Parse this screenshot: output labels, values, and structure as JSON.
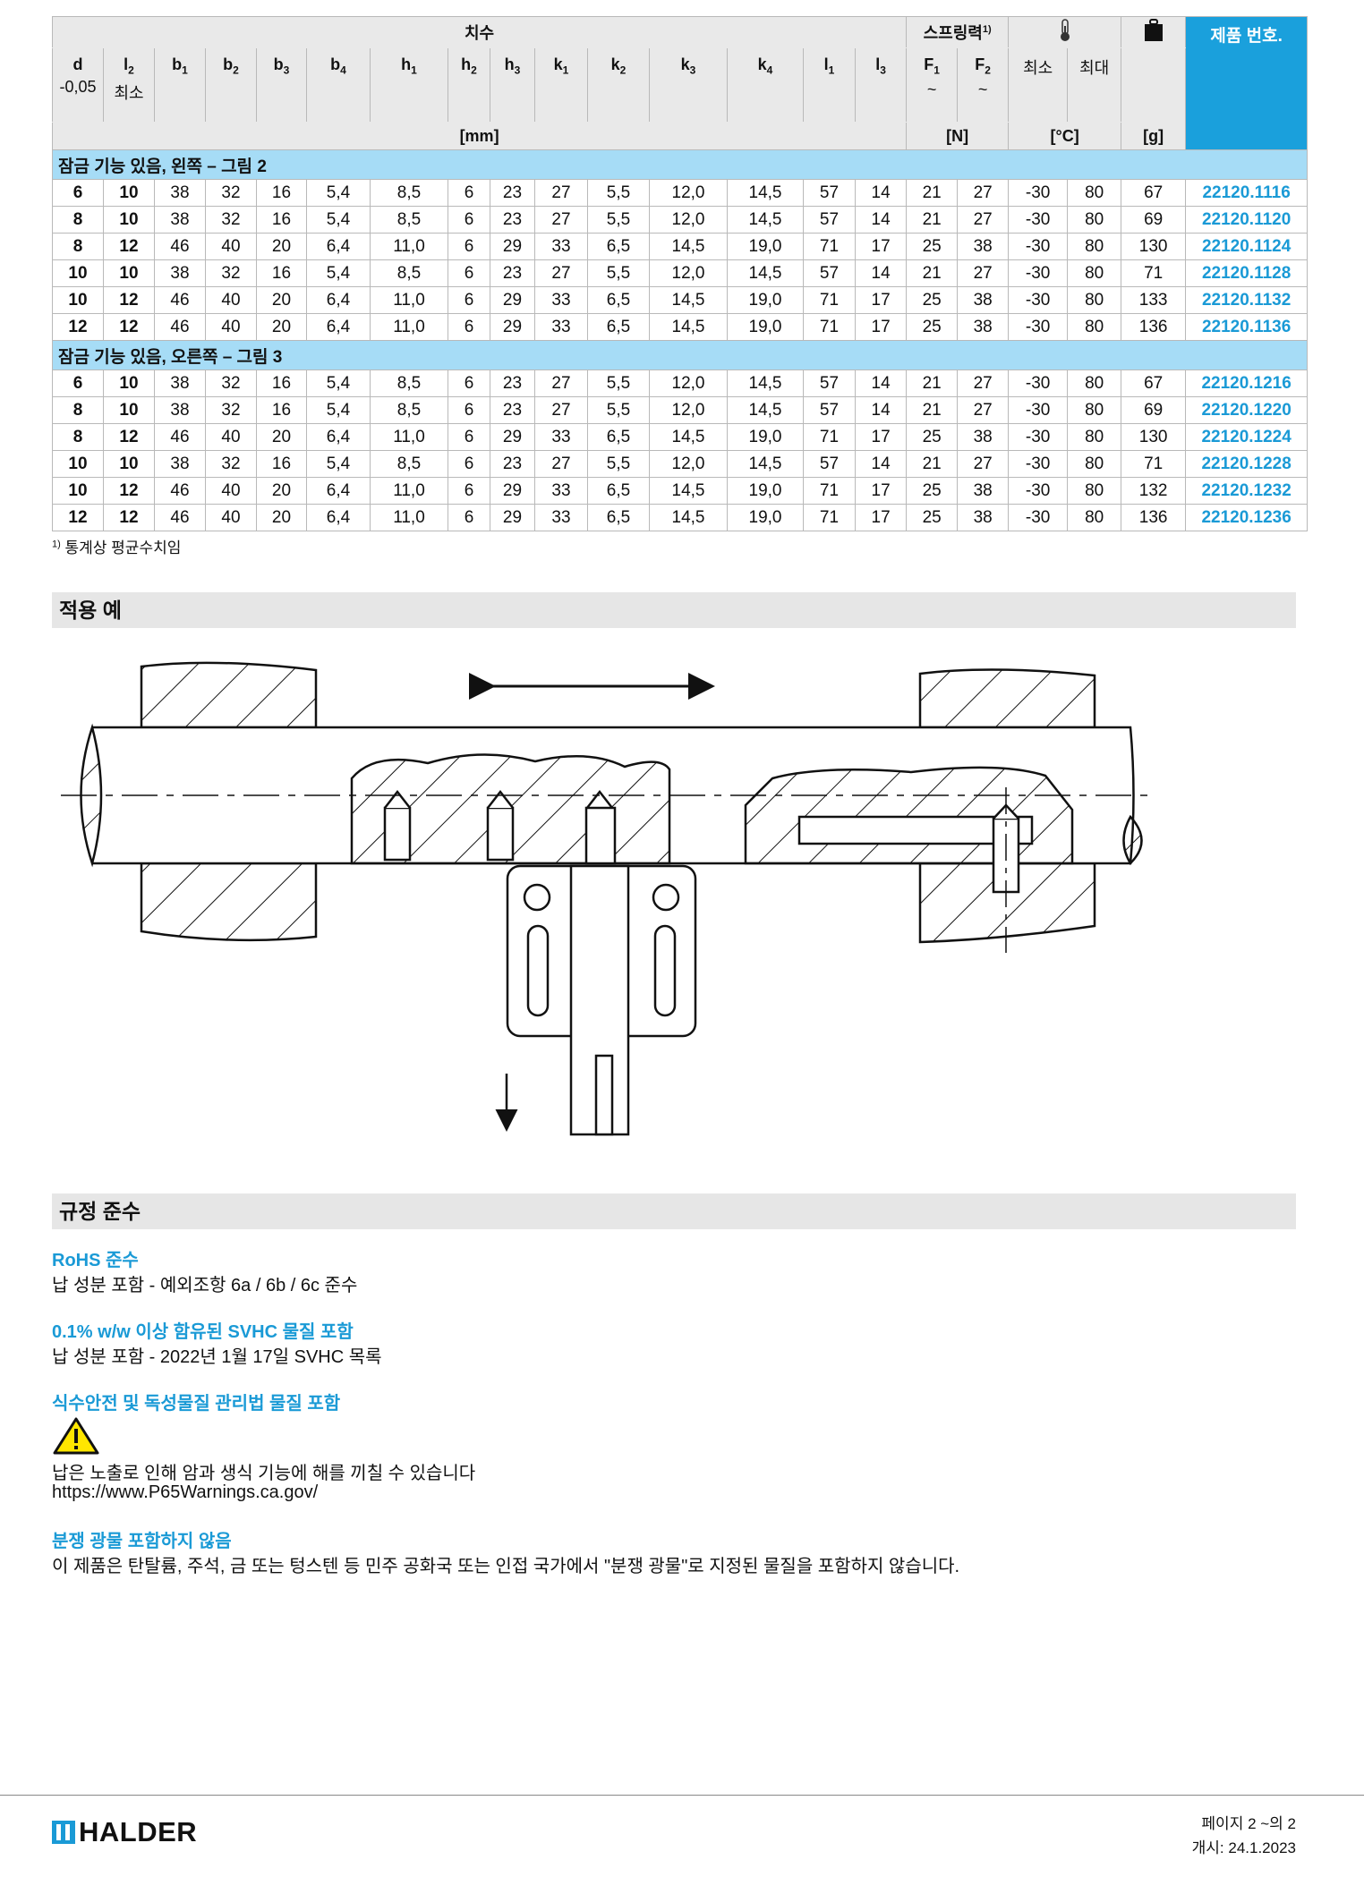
{
  "table": {
    "dimensions_label": "치수",
    "spring_force_label": "스프링력",
    "spring_force_sup": "1)",
    "product_no_label": "제품 번호.",
    "temp_icon": "thermometer-icon",
    "weight_icon": "weight-icon",
    "columns": [
      "d",
      "l2",
      "b1",
      "b2",
      "b3",
      "b4",
      "h1",
      "h2",
      "h3",
      "k1",
      "k2",
      "k3",
      "k4",
      "l1",
      "l3",
      "F1",
      "F2",
      "최소",
      "최대"
    ],
    "d_sublabel": "-0,05",
    "l2_sublabel": "최소",
    "f_sublabel": "~",
    "unit_mm": "[mm]",
    "unit_n": "[N]",
    "unit_c": "[°C]",
    "unit_g": "[g]",
    "groups": [
      {
        "title": "잠금 기능 있음, 왼쪽 – 그림 2",
        "rows": [
          [
            "6",
            "10",
            "38",
            "32",
            "16",
            "5,4",
            "8,5",
            "6",
            "23",
            "27",
            "5,5",
            "12,0",
            "14,5",
            "57",
            "14",
            "21",
            "27",
            "-30",
            "80",
            "67",
            "22120.1116"
          ],
          [
            "8",
            "10",
            "38",
            "32",
            "16",
            "5,4",
            "8,5",
            "6",
            "23",
            "27",
            "5,5",
            "12,0",
            "14,5",
            "57",
            "14",
            "21",
            "27",
            "-30",
            "80",
            "69",
            "22120.1120"
          ],
          [
            "8",
            "12",
            "46",
            "40",
            "20",
            "6,4",
            "11,0",
            "6",
            "29",
            "33",
            "6,5",
            "14,5",
            "19,0",
            "71",
            "17",
            "25",
            "38",
            "-30",
            "80",
            "130",
            "22120.1124"
          ],
          [
            "10",
            "10",
            "38",
            "32",
            "16",
            "5,4",
            "8,5",
            "6",
            "23",
            "27",
            "5,5",
            "12,0",
            "14,5",
            "57",
            "14",
            "21",
            "27",
            "-30",
            "80",
            "71",
            "22120.1128"
          ],
          [
            "10",
            "12",
            "46",
            "40",
            "20",
            "6,4",
            "11,0",
            "6",
            "29",
            "33",
            "6,5",
            "14,5",
            "19,0",
            "71",
            "17",
            "25",
            "38",
            "-30",
            "80",
            "133",
            "22120.1132"
          ],
          [
            "12",
            "12",
            "46",
            "40",
            "20",
            "6,4",
            "11,0",
            "6",
            "29",
            "33",
            "6,5",
            "14,5",
            "19,0",
            "71",
            "17",
            "25",
            "38",
            "-30",
            "80",
            "136",
            "22120.1136"
          ]
        ]
      },
      {
        "title": "잠금 기능 있음, 오른쪽 – 그림 3",
        "rows": [
          [
            "6",
            "10",
            "38",
            "32",
            "16",
            "5,4",
            "8,5",
            "6",
            "23",
            "27",
            "5,5",
            "12,0",
            "14,5",
            "57",
            "14",
            "21",
            "27",
            "-30",
            "80",
            "67",
            "22120.1216"
          ],
          [
            "8",
            "10",
            "38",
            "32",
            "16",
            "5,4",
            "8,5",
            "6",
            "23",
            "27",
            "5,5",
            "12,0",
            "14,5",
            "57",
            "14",
            "21",
            "27",
            "-30",
            "80",
            "69",
            "22120.1220"
          ],
          [
            "8",
            "12",
            "46",
            "40",
            "20",
            "6,4",
            "11,0",
            "6",
            "29",
            "33",
            "6,5",
            "14,5",
            "19,0",
            "71",
            "17",
            "25",
            "38",
            "-30",
            "80",
            "130",
            "22120.1224"
          ],
          [
            "10",
            "10",
            "38",
            "32",
            "16",
            "5,4",
            "8,5",
            "6",
            "23",
            "27",
            "5,5",
            "12,0",
            "14,5",
            "57",
            "14",
            "21",
            "27",
            "-30",
            "80",
            "71",
            "22120.1228"
          ],
          [
            "10",
            "12",
            "46",
            "40",
            "20",
            "6,4",
            "11,0",
            "6",
            "29",
            "33",
            "6,5",
            "14,5",
            "19,0",
            "71",
            "17",
            "25",
            "38",
            "-30",
            "80",
            "132",
            "22120.1232"
          ],
          [
            "12",
            "12",
            "46",
            "40",
            "20",
            "6,4",
            "11,0",
            "6",
            "29",
            "33",
            "6,5",
            "14,5",
            "19,0",
            "71",
            "17",
            "25",
            "38",
            "-30",
            "80",
            "136",
            "22120.1236"
          ]
        ]
      }
    ]
  },
  "footnote": {
    "sup": "1)",
    "text": "통계상 평균수치임"
  },
  "application": {
    "title": "적용 예"
  },
  "compliance": {
    "title": "규정 준수",
    "items": [
      {
        "heading": "RoHS 준수",
        "text": "납 성분 포함 - 예외조항 6a / 6b / 6c 준수"
      },
      {
        "heading": "0.1% w/w 이상 함유된 SVHC 물질 포함",
        "text": "납 성분 포함 - 2022년 1월 17일 SVHC 목록"
      },
      {
        "heading": "식수안전 및 독성물질 관리법 물질 포함",
        "text": "납은 노출로 인해 암과 생식 기능에 해를 끼칠 수 있습니다",
        "link": "https://www.P65Warnings.ca.gov/"
      },
      {
        "heading": "분쟁 광물 포함하지 않음",
        "text": "이 제품은 탄탈륨, 주석, 금 또는 텅스텐 등 민주 공화국 또는 인접 국가에서 \"분쟁 광물\"로 지정된 물질을 포함하지 않습니다."
      }
    ]
  },
  "footer": {
    "brand": "HALDER",
    "page": "페이지 2 ~의 2",
    "published": "개시: 24.1.2023"
  }
}
